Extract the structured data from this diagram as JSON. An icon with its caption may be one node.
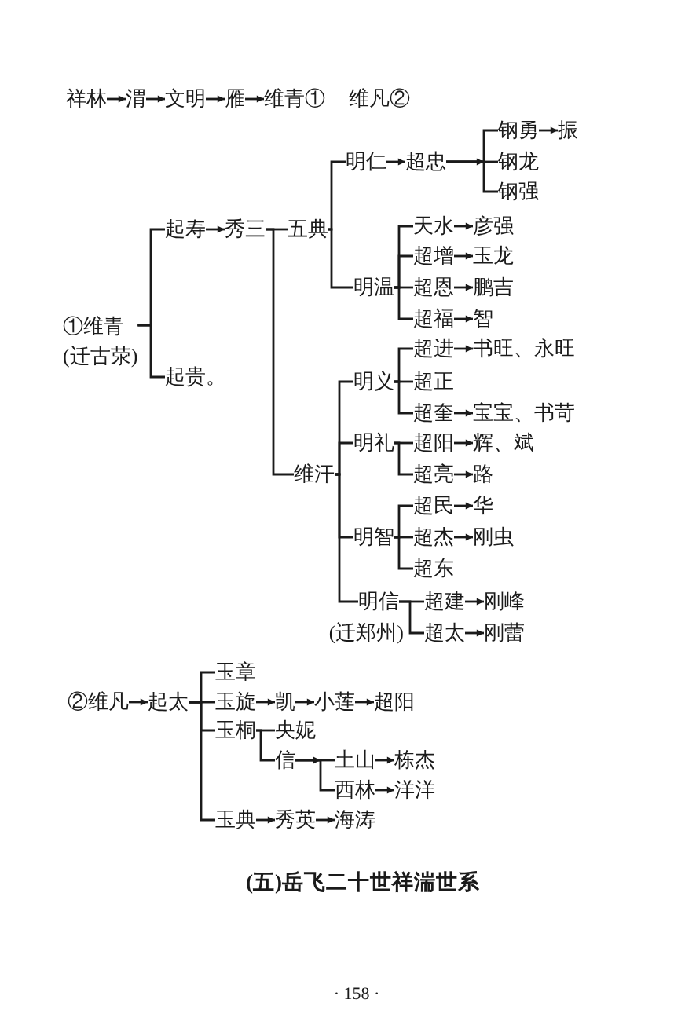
{
  "diagram": {
    "caption": "(五)岳飞二十世祥湍世系",
    "nodes": [
      {
        "text": [
          "祥林"
        ]
      },
      {
        "text": [
          "渭"
        ]
      },
      {
        "text": [
          "文明"
        ]
      },
      {
        "text": [
          "雁"
        ]
      },
      {
        "text": [
          "维青①"
        ]
      },
      {
        "text": [
          "①维青"
        ],
        "beside": [
          "(迁古荥)"
        ]
      },
      {
        "text": [
          "起寿"
        ]
      },
      {
        "text": [
          "秀三"
        ]
      },
      {
        "text": [
          "五典"
        ]
      },
      {
        "text": [
          "明仁"
        ]
      },
      {
        "text": [
          "超忠"
        ]
      },
      {
        "text": [
          "钢勇"
        ]
      },
      {
        "text": [
          "振"
        ]
      },
      {
        "text": [
          "钢龙"
        ]
      },
      {
        "text": [
          "钢强"
        ]
      },
      {
        "text": [
          "明温"
        ]
      },
      {
        "text": [
          "天水"
        ]
      },
      {
        "text": [
          "彦强"
        ]
      },
      {
        "text": [
          "超增"
        ]
      },
      {
        "text": [
          "玉龙"
        ]
      },
      {
        "text": [
          "超恩"
        ]
      },
      {
        "text": [
          "鹏吉"
        ]
      },
      {
        "text": [
          "超福"
        ]
      },
      {
        "text": [
          "智"
        ]
      },
      {
        "text": [
          "维汗"
        ]
      },
      {
        "text": [
          "明义"
        ]
      },
      {
        "text": [
          "超进"
        ]
      },
      {
        "text": [
          "书旺、永旺"
        ]
      },
      {
        "text": [
          "超正"
        ]
      },
      {
        "text": [
          "超奎"
        ]
      },
      {
        "text": [
          "宝宝、书苛"
        ]
      },
      {
        "text": [
          "明礼"
        ]
      },
      {
        "text": [
          "超阳"
        ]
      },
      {
        "text": [
          "辉、斌"
        ]
      },
      {
        "text": [
          "超亮"
        ]
      },
      {
        "text": [
          "路"
        ]
      },
      {
        "text": [
          "明智"
        ]
      },
      {
        "text": [
          "超民"
        ]
      },
      {
        "text": [
          "华"
        ]
      },
      {
        "text": [
          "超杰"
        ]
      },
      {
        "text": [
          "刚虫"
        ]
      },
      {
        "text": [
          "超东"
        ]
      },
      {
        "text": [
          "明信"
        ],
        "beside": [
          "(迁郑州)"
        ]
      },
      {
        "text": [
          "超建"
        ]
      },
      {
        "text": [
          "刚峰"
        ]
      },
      {
        "text": [
          "超太"
        ]
      },
      {
        "text": [
          "刚蕾"
        ]
      },
      {
        "text": [
          "起贵。"
        ]
      },
      {
        "text": [
          "②维凡"
        ]
      },
      {
        "text": [
          "起太"
        ]
      },
      {
        "text": [
          "玉章"
        ]
      },
      {
        "text": [
          "玉旋"
        ]
      },
      {
        "text": [
          "凯"
        ]
      },
      {
        "text": [
          "小莲"
        ]
      },
      {
        "text": [
          "超阳"
        ]
      },
      {
        "text": [
          "玉桐"
        ]
      },
      {
        "text": [
          "央妮"
        ]
      },
      {
        "text": [
          "信"
        ]
      },
      {
        "text": [
          "土山"
        ]
      },
      {
        "text": [
          "栋杰"
        ]
      },
      {
        "text": [
          "西林"
        ]
      },
      {
        "text": [
          "洋洋"
        ]
      },
      {
        "text": [
          "玉典"
        ]
      },
      {
        "text": [
          "秀英"
        ]
      },
      {
        "text": [
          "海涛"
        ]
      }
    ],
    "edges": [
      {
        "from": 0,
        "to": 1,
        "arrow": "to"
      },
      {
        "from": 1,
        "to": 2,
        "arrow": "to"
      },
      {
        "from": 2,
        "to": 3,
        "arrow": "to"
      },
      {
        "from": 3,
        "to": 4,
        "arrow": "to"
      },
      {
        "from": 5,
        "to": 6,
        "arrow": "none"
      },
      {
        "from": 5,
        "to": 47,
        "arrow": "none"
      },
      {
        "from": 6,
        "to": 7,
        "arrow": "to"
      },
      {
        "from": 7,
        "to": 8,
        "arrow": "none"
      },
      {
        "from": 7,
        "to": 24,
        "arrow": "none"
      },
      {
        "from": 8,
        "to": 9,
        "arrow": "none"
      },
      {
        "from": 8,
        "to": 15,
        "arrow": "none"
      },
      {
        "from": 9,
        "to": 10,
        "arrow": "to"
      },
      {
        "from": 10,
        "to": 11,
        "arrow": "none"
      },
      {
        "from": 10,
        "to": 13,
        "arrow": "to"
      },
      {
        "from": 10,
        "to": 14,
        "arrow": "none"
      },
      {
        "from": 11,
        "to": 12,
        "arrow": "to"
      },
      {
        "from": 15,
        "to": 16,
        "arrow": "none"
      },
      {
        "from": 15,
        "to": 18,
        "arrow": "none"
      },
      {
        "from": 15,
        "to": 20,
        "arrow": "none"
      },
      {
        "from": 15,
        "to": 22,
        "arrow": "none"
      },
      {
        "from": 16,
        "to": 17,
        "arrow": "to"
      },
      {
        "from": 18,
        "to": 19,
        "arrow": "to"
      },
      {
        "from": 20,
        "to": 21,
        "arrow": "to"
      },
      {
        "from": 22,
        "to": 23,
        "arrow": "to"
      },
      {
        "from": 24,
        "to": 25,
        "arrow": "none"
      },
      {
        "from": 24,
        "to": 31,
        "arrow": "none"
      },
      {
        "from": 24,
        "to": 36,
        "arrow": "none"
      },
      {
        "from": 24,
        "to": 42,
        "arrow": "none"
      },
      {
        "from": 25,
        "to": 26,
        "arrow": "none"
      },
      {
        "from": 25,
        "to": 28,
        "arrow": "none"
      },
      {
        "from": 25,
        "to": 29,
        "arrow": "none"
      },
      {
        "from": 26,
        "to": 27,
        "arrow": "to"
      },
      {
        "from": 29,
        "to": 30,
        "arrow": "to"
      },
      {
        "from": 31,
        "to": 32,
        "arrow": "none"
      },
      {
        "from": 31,
        "to": 34,
        "arrow": "none"
      },
      {
        "from": 32,
        "to": 33,
        "arrow": "to"
      },
      {
        "from": 34,
        "to": 35,
        "arrow": "to"
      },
      {
        "from": 36,
        "to": 37,
        "arrow": "none"
      },
      {
        "from": 36,
        "to": 39,
        "arrow": "none"
      },
      {
        "from": 36,
        "to": 41,
        "arrow": "none"
      },
      {
        "from": 37,
        "to": 38,
        "arrow": "to"
      },
      {
        "from": 39,
        "to": 40,
        "arrow": "to"
      },
      {
        "from": 42,
        "to": 43,
        "arrow": "none"
      },
      {
        "from": 42,
        "to": 45,
        "arrow": "none"
      },
      {
        "from": 43,
        "to": 44,
        "arrow": "to"
      },
      {
        "from": 45,
        "to": 46,
        "arrow": "to"
      },
      {
        "from": 48,
        "to": 49,
        "arrow": "to"
      },
      {
        "from": 49,
        "to": 50,
        "arrow": "none"
      },
      {
        "from": 49,
        "to": 51,
        "arrow": "none"
      },
      {
        "from": 49,
        "to": 55,
        "arrow": "none"
      },
      {
        "from": 49,
        "to": 62,
        "arrow": "none"
      },
      {
        "from": 51,
        "to": 52,
        "arrow": "to"
      },
      {
        "from": 52,
        "to": 53,
        "arrow": "to"
      },
      {
        "from": 53,
        "to": 54,
        "arrow": "to"
      },
      {
        "from": 55,
        "to": 56,
        "arrow": "none"
      },
      {
        "from": 55,
        "to": 57,
        "arrow": "none"
      },
      {
        "from": 57,
        "to": 58,
        "arrow": "to"
      },
      {
        "from": 57,
        "to": 60,
        "arrow": "none"
      },
      {
        "from": 58,
        "to": 59,
        "arrow": "to"
      },
      {
        "from": 60,
        "to": 61,
        "arrow": "to"
      },
      {
        "from": 62,
        "to": 63,
        "arrow": "to"
      },
      {
        "from": 63,
        "to": 64,
        "arrow": "to"
      }
    ],
    "labels": [
      "维凡②",
      "· 158 ·"
    ]
  }
}
